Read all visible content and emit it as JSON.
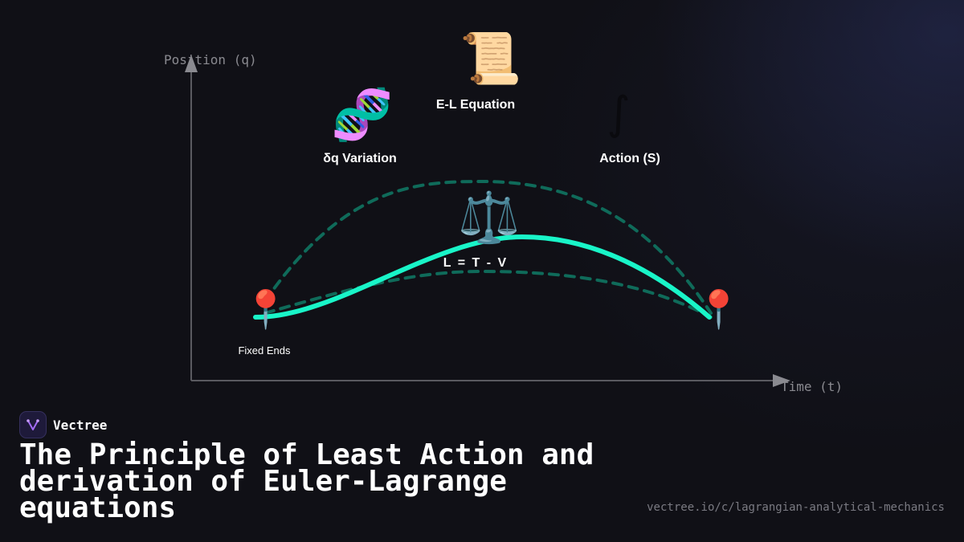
{
  "axes": {
    "y_label": "Position (q)",
    "x_label": "Time (t)"
  },
  "nodes": {
    "el_equation": {
      "icon": "scroll-icon",
      "glyph": "📜",
      "label": "E-L Equation"
    },
    "variation": {
      "icon": "dna-icon",
      "glyph": "🧬",
      "label": "δq Variation"
    },
    "action": {
      "icon": "integral-icon",
      "glyph": "∫",
      "label": "Action (S)"
    },
    "lagrangian": {
      "icon": "balance-scale-icon",
      "glyph": "⚖️",
      "label": "L = T - V"
    },
    "fixed_ends": {
      "icon": "pushpin-icon",
      "glyph": "📍",
      "label": "Fixed Ends"
    },
    "end_pin": {
      "icon": "pushpin-icon",
      "glyph": "📍"
    }
  },
  "colors": {
    "true_path": "#19f5c8",
    "varied_path": "#0f6b5a",
    "axis": "#5a5a60",
    "background": "#101016"
  },
  "brand": {
    "name": "Vectree",
    "logo": "vectree-logo-icon"
  },
  "title": "The Principle of Least Action and derivation of Euler-Lagrange equations",
  "url": "vectree.io/c/lagrangian-analytical-mechanics"
}
